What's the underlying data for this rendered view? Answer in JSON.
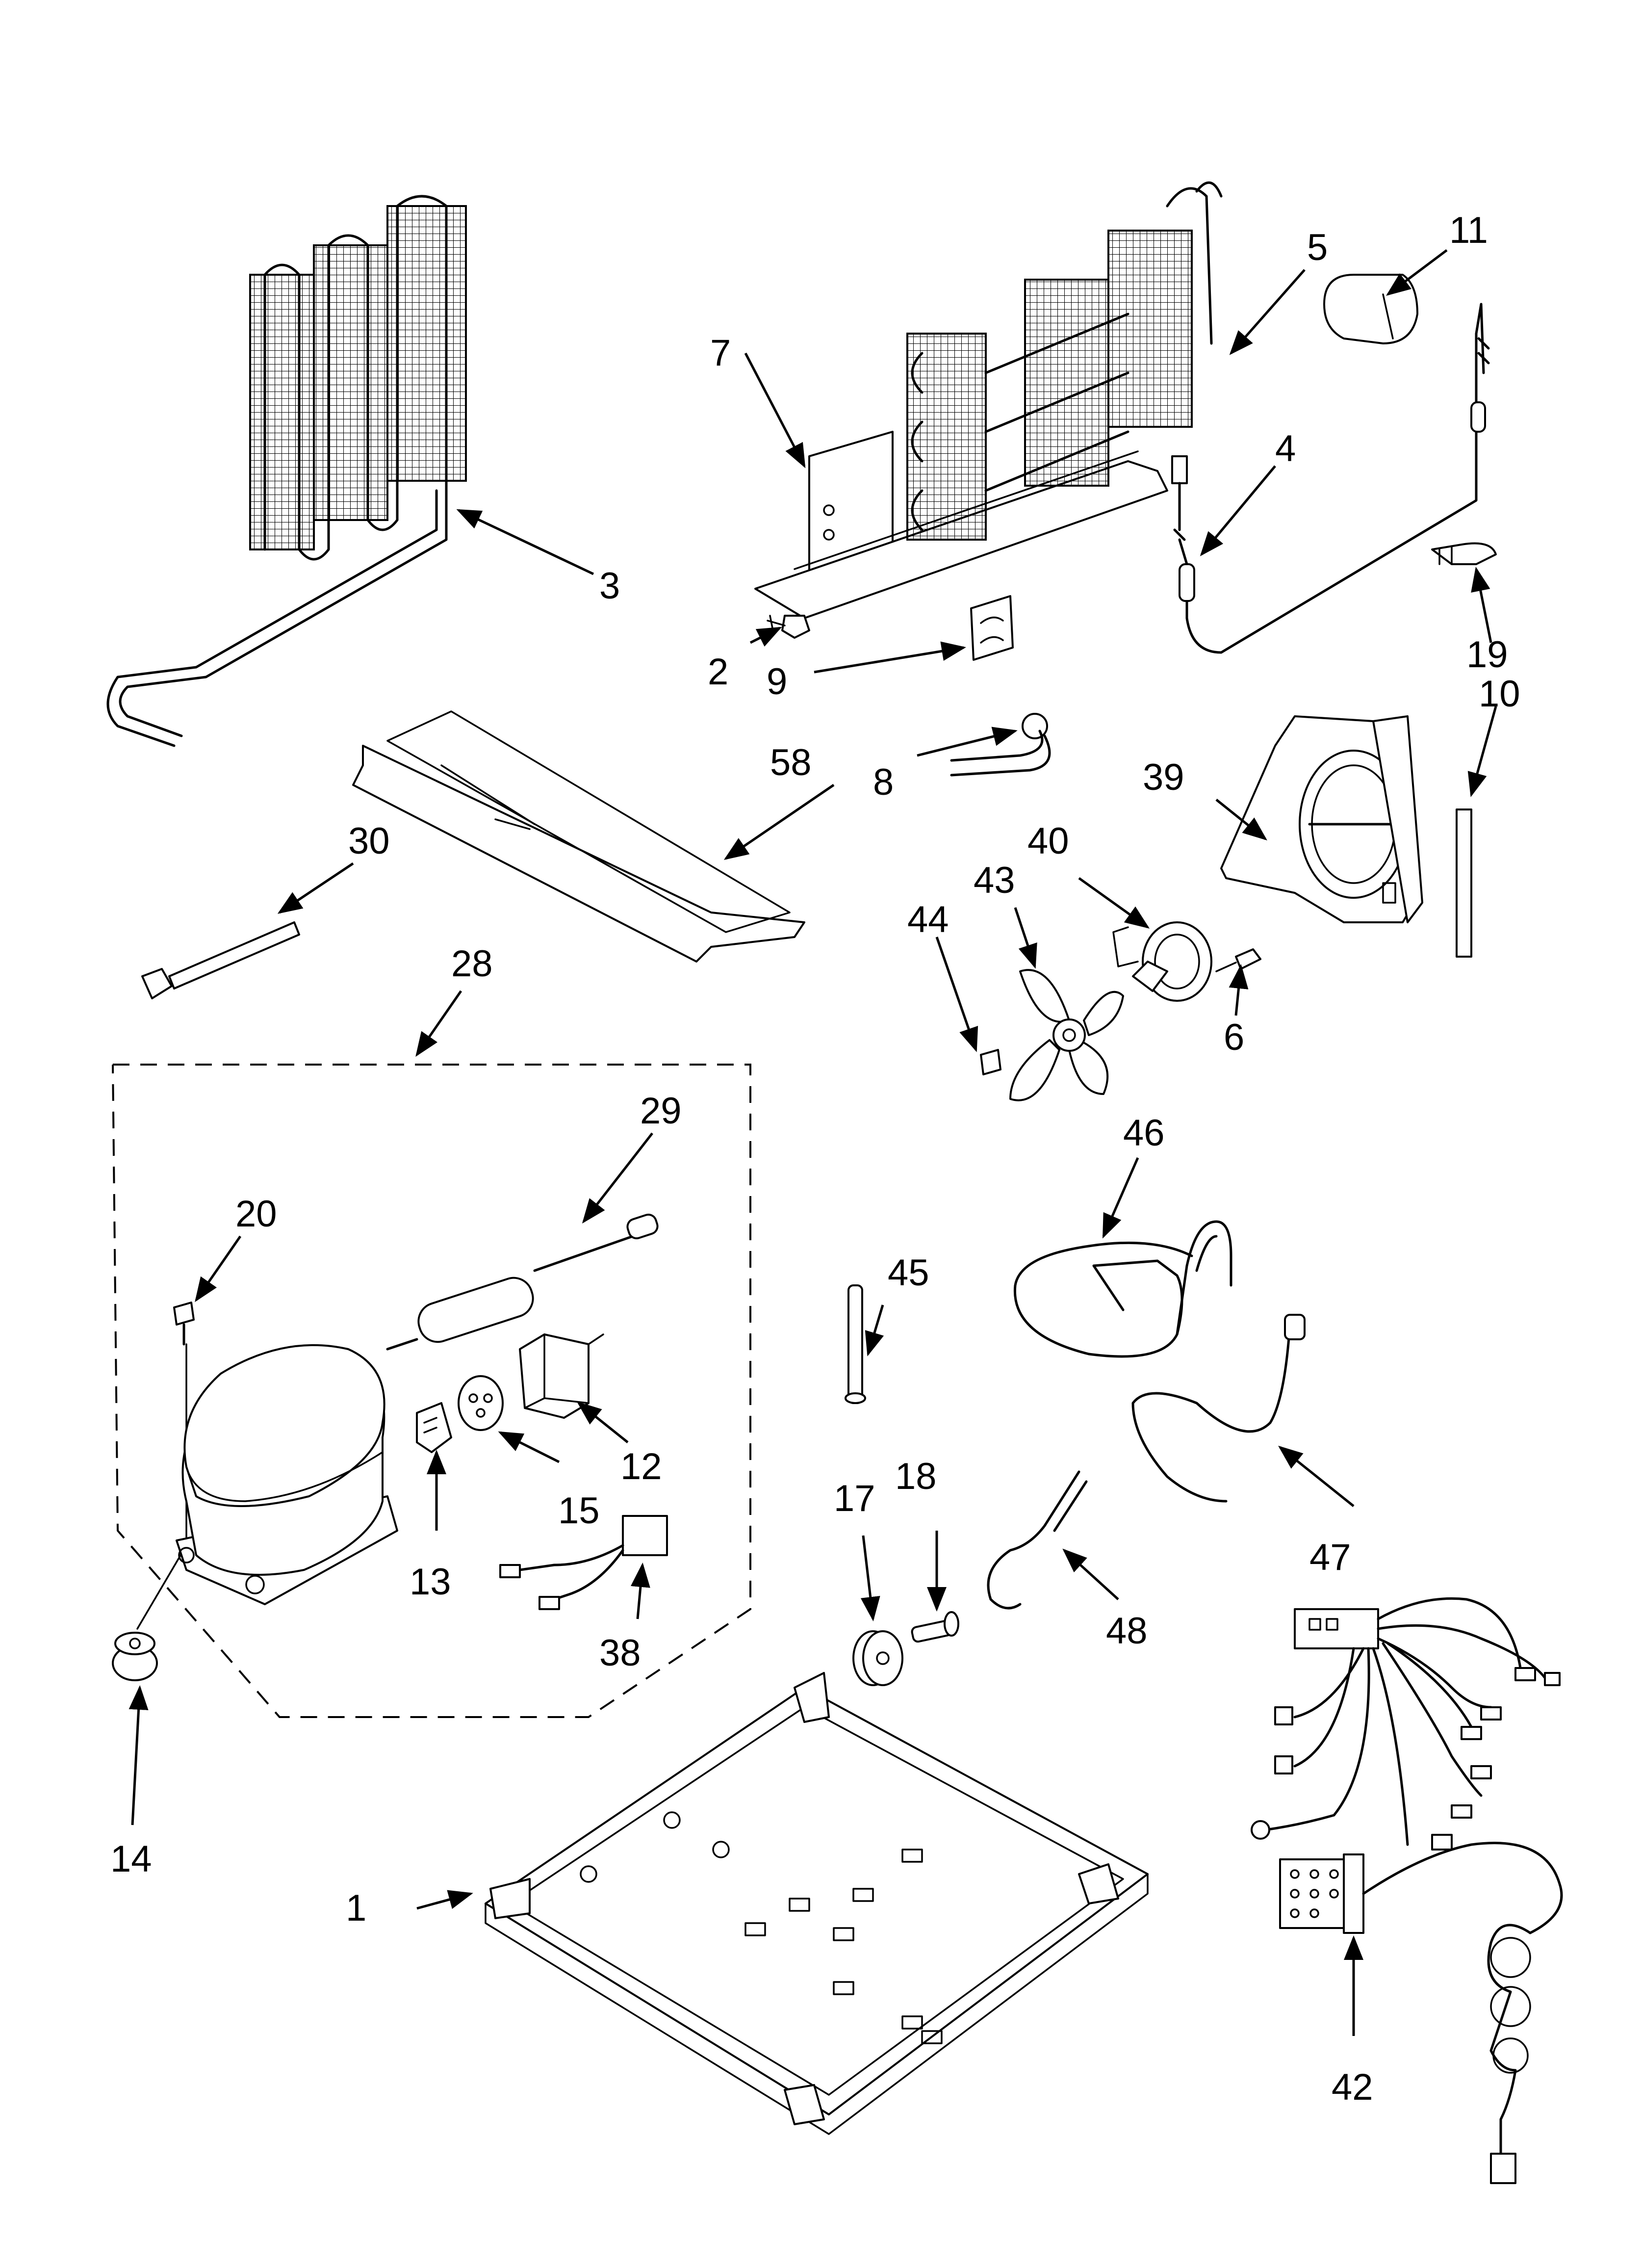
{
  "diagram": {
    "callouts": {
      "c1": "1",
      "c2": "2",
      "c3": "3",
      "c4": "4",
      "c5": "5",
      "c6": "6",
      "c7": "7",
      "c8": "8",
      "c9": "9",
      "c10": "10",
      "c11": "11",
      "c12": "12",
      "c13": "13",
      "c14": "14",
      "c15": "15",
      "c17": "17",
      "c18": "18",
      "c19": "19",
      "c20": "20",
      "c28": "28",
      "c29": "29",
      "c30": "30",
      "c38": "38",
      "c39": "39",
      "c40": "40",
      "c42": "42",
      "c43": "43",
      "c44": "44",
      "c45": "45",
      "c46": "46",
      "c47": "47",
      "c48": "48",
      "c58": "58"
    }
  }
}
